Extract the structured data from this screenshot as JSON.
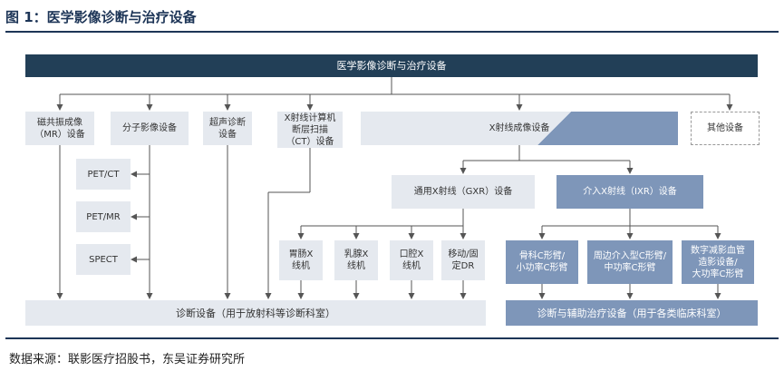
{
  "figure_title": "图 1：医学影像诊断与治疗设备",
  "diagram": {
    "root": "医学影像诊断与治疗设备",
    "mri": "磁共振成像\n（MR）设备",
    "molecular": "分子影像设备",
    "ultrasound": "超声诊断\n设备",
    "ct": "X射线计算机\n断层扫描\n（CT）设备",
    "xray": "X射线成像设备",
    "other": "其他设备",
    "pet_ct": "PET/CT",
    "pet_mr": "PET/MR",
    "spect": "SPECT",
    "gxr": "通用X射线（GXR）设备",
    "ixr": "介入X射线（IXR）设备",
    "gi": "胃肠X\n线机",
    "mammo": "乳腺X\n线机",
    "dental": "口腔X\n线机",
    "mobile_dr": "移动/固\n定DR",
    "ortho_c": "骨科C形臂/\n小功率C形臂",
    "peripheral_c": "周边介入型C形臂/\n中功率C形臂",
    "dsa": "数字减影血管\n造影设备/\n大功率C形臂",
    "diagnosis": "诊断设备（用于放射科等诊断科室）",
    "treatment": "诊断与辅助治疗设备（用于各类临床科室）"
  },
  "source": "数据来源：联影医疗招股书，东吴证券研究所"
}
